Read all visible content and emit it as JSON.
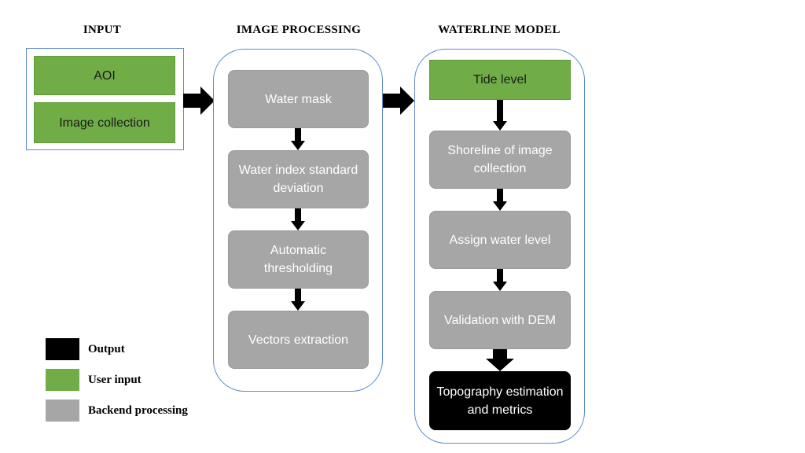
{
  "headers": {
    "input": "INPUT",
    "image_processing": "IMAGE  PROCESSING",
    "waterline_model": "WATERLINE  MODEL"
  },
  "input": {
    "aoi": "AOI",
    "image_collection": "Image collection"
  },
  "image_processing": {
    "steps": [
      "Water mask",
      "Water index standard deviation",
      "Automatic thresholding",
      "Vectors extraction"
    ]
  },
  "waterline_model": {
    "tide_level": "Tide level",
    "steps": [
      "Shoreline of image collection",
      "Assign water level",
      "Validation with DEM"
    ],
    "output": "Topography estimation and metrics"
  },
  "legend": {
    "output": "Output",
    "user_input": "User input",
    "backend_processing": "Backend processing"
  },
  "colors": {
    "user_input": "#70ad47",
    "backend": "#a6a6a6",
    "output": "#000000",
    "panel_border": "#5b8bd0"
  }
}
